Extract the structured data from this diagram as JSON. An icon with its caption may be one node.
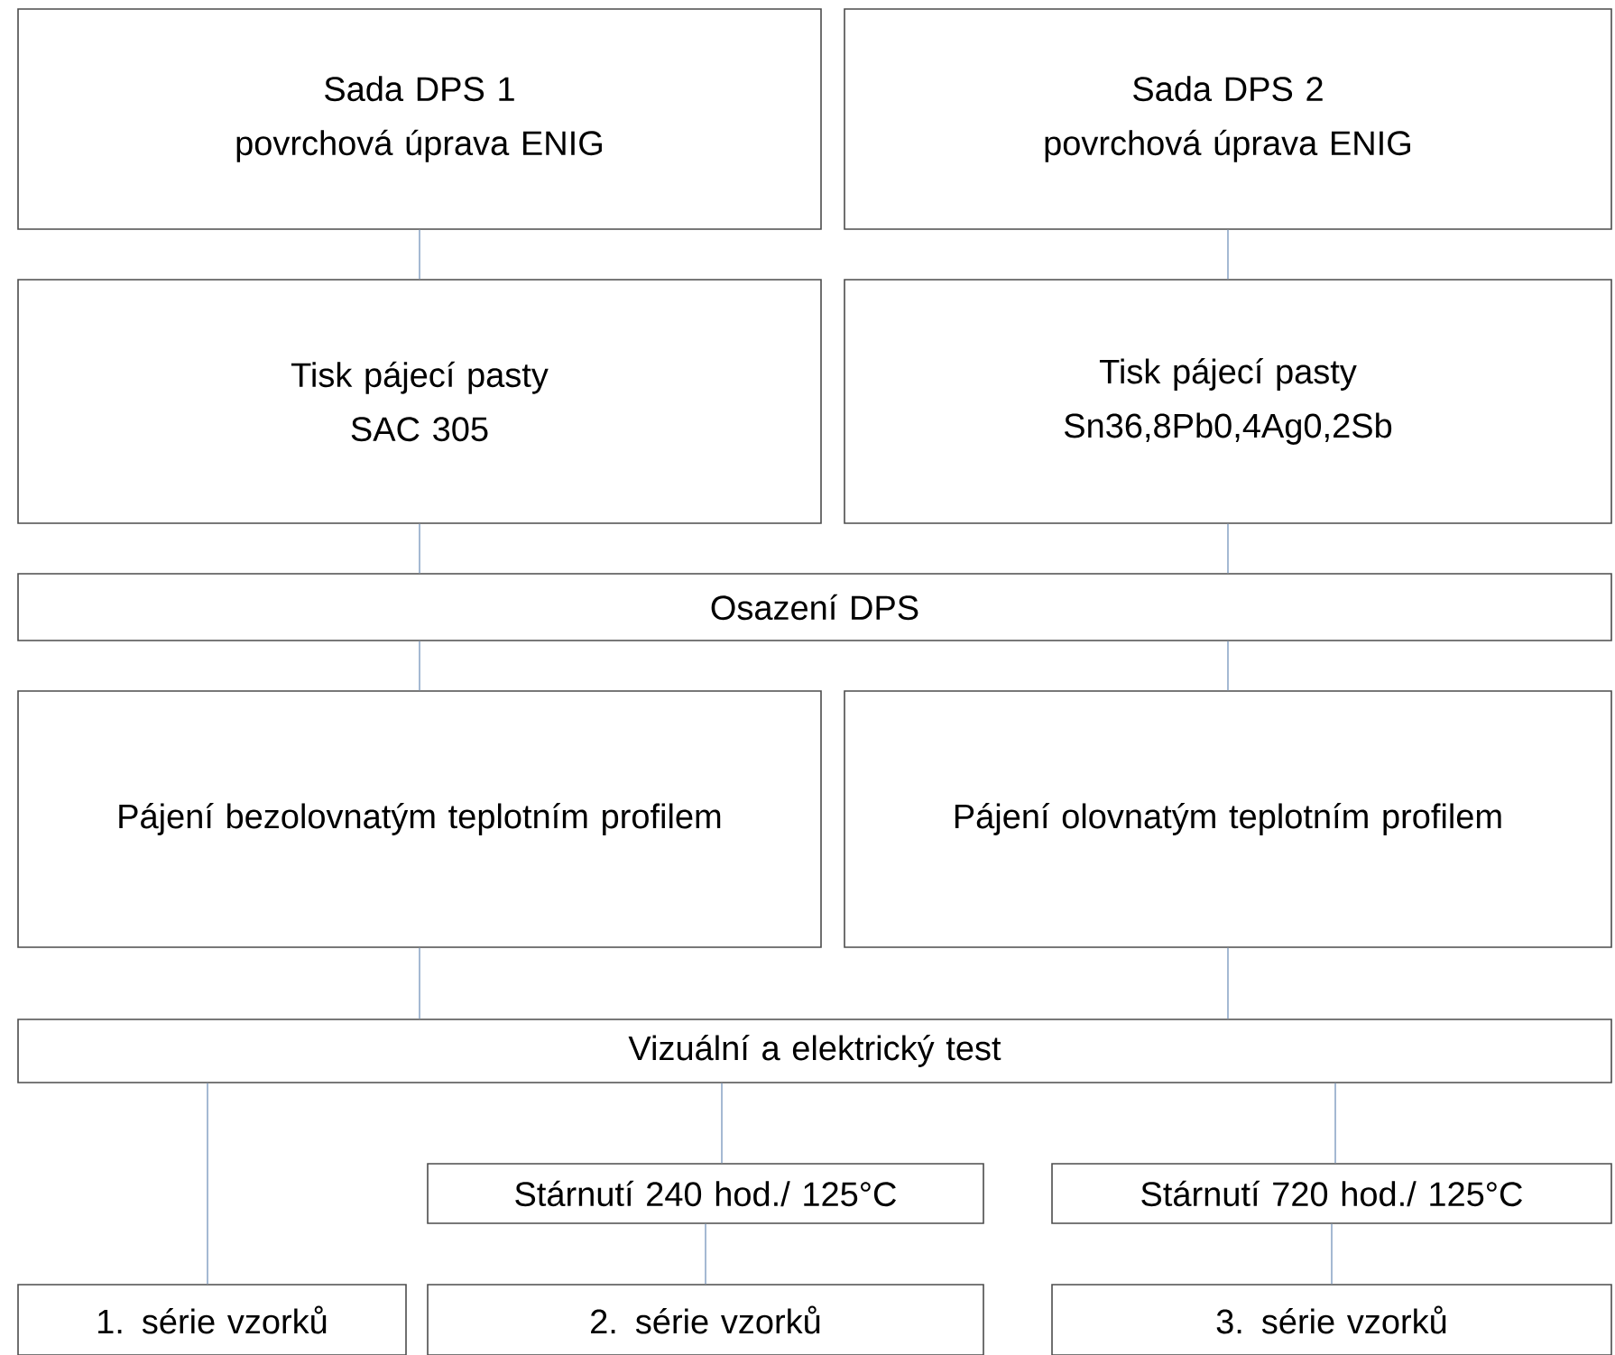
{
  "diagram": {
    "nodes": [
      {
        "text": [
          "Sada DPS 1",
          "povrchová úprava ENIG"
        ]
      },
      {
        "text": [
          "Sada DPS 2",
          "povrchová úprava ENIG"
        ]
      },
      {
        "text": [
          "Tisk pájecí pasty",
          "SAC 305"
        ]
      },
      {
        "text": [
          "Tisk pájecí pasty",
          "Sn36,8Pb0,4Ag0,2Sb"
        ]
      },
      {
        "text": [
          "Osazení DPS"
        ]
      },
      {
        "text": [
          "Pájení bezolovnatým teplotním profilem"
        ]
      },
      {
        "text": [
          "Pájení olovnatým teplotním profilem"
        ]
      },
      {
        "text": [
          "Vizuální a elektrický test"
        ]
      },
      {
        "text": [
          "Stárnutí 240 hod./ 125°C"
        ]
      },
      {
        "text": [
          "Stárnutí 720 hod./ 125°C"
        ]
      },
      {
        "text": [
          "1. série vzorků"
        ]
      },
      {
        "text": [
          "2. série vzorků"
        ]
      },
      {
        "text": [
          "3. série vzorků"
        ]
      }
    ],
    "edges": [
      {
        "from": 0,
        "to": 2,
        "arrow": "none"
      },
      {
        "from": 1,
        "to": 3,
        "arrow": "none"
      },
      {
        "from": 2,
        "to": 4,
        "arrow": "none"
      },
      {
        "from": 3,
        "to": 4,
        "arrow": "none"
      },
      {
        "from": 4,
        "to": 5,
        "arrow": "none"
      },
      {
        "from": 4,
        "to": 6,
        "arrow": "none"
      },
      {
        "from": 5,
        "to": 7,
        "arrow": "none"
      },
      {
        "from": 6,
        "to": 7,
        "arrow": "none"
      },
      {
        "from": 7,
        "to": 10,
        "arrow": "none"
      },
      {
        "from": 7,
        "to": 8,
        "arrow": "none"
      },
      {
        "from": 7,
        "to": 9,
        "arrow": "none"
      },
      {
        "from": 8,
        "to": 11,
        "arrow": "none"
      },
      {
        "from": 9,
        "to": 12,
        "arrow": "none"
      }
    ]
  }
}
